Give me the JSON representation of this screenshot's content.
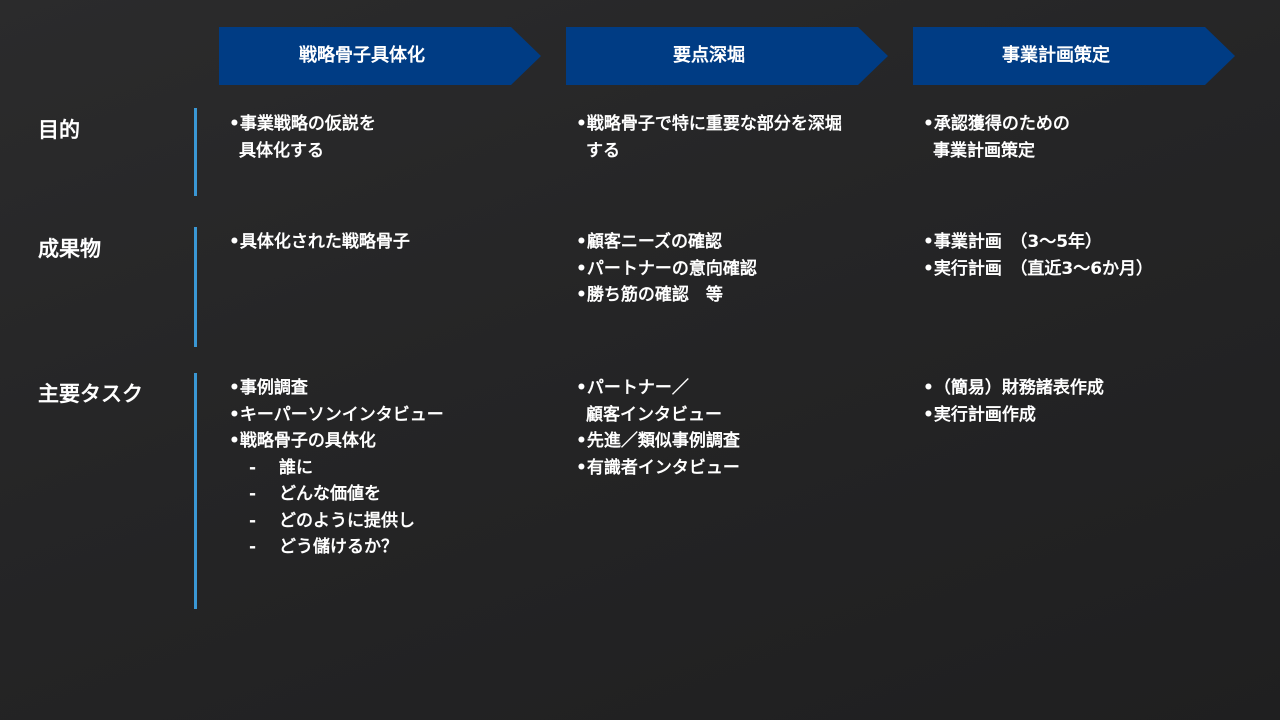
{
  "stages": [
    {
      "label": "戦略骨子具体化"
    },
    {
      "label": "要点深堀"
    },
    {
      "label": "事業計画策定"
    }
  ],
  "rows": [
    {
      "label": "目的",
      "cells": [
        [
          "•事業戦略の仮説を",
          "具体化する"
        ],
        [
          "•戦略骨子で特に重要な部分を深堀",
          "する"
        ],
        [
          "•承認獲得のための",
          "事業計画策定"
        ]
      ]
    },
    {
      "label": "成果物",
      "cells": [
        [
          "•具体化された戦略骨子"
        ],
        [
          "•顧客ニーズの確認",
          "•パートナーの意向確認",
          "•勝ち筋の確認　等"
        ],
        [
          "•事業計画　（3～5年）",
          "•実行計画　（直近3～6か月）"
        ]
      ]
    },
    {
      "label": "主要タスク",
      "cells": [
        [
          "•事例調査",
          "•キーパーソンインタビュー",
          "•戦略骨子の具体化",
          "-　 誰に",
          "-　 どんな価値を",
          "-　 どのように提供し",
          "-　 どう儲けるか？"
        ],
        [
          "•パートナー／",
          "顧客インタビュー",
          "•先進／類似事例調査",
          "•有識者インタビュー"
        ],
        [
          "•（簡易）財務諸表作成",
          "•実行計画作成"
        ]
      ]
    }
  ],
  "colors": {
    "arrow_fill": "#003c84",
    "row_bar": "#3a97d4",
    "background": "#262627"
  }
}
